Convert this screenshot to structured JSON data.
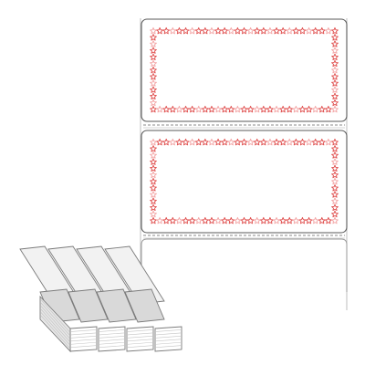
{
  "product": {
    "label_type": "fanfold-paper-labels",
    "border_pattern": "star-border",
    "labels_on_strip": 2,
    "fanfold_columns": 4
  },
  "colors": {
    "background": "#ffffff",
    "label_outline": "#5a5a5a",
    "label_fill": "#ffffff",
    "star_primary": "#e0504f",
    "star_secondary": "#f3a6a6",
    "perforation": "#8a8a8a",
    "stack_fill": "#f2f2f2",
    "stack_shade": "#d9d9d9",
    "stack_outline": "#7a7a7a"
  }
}
